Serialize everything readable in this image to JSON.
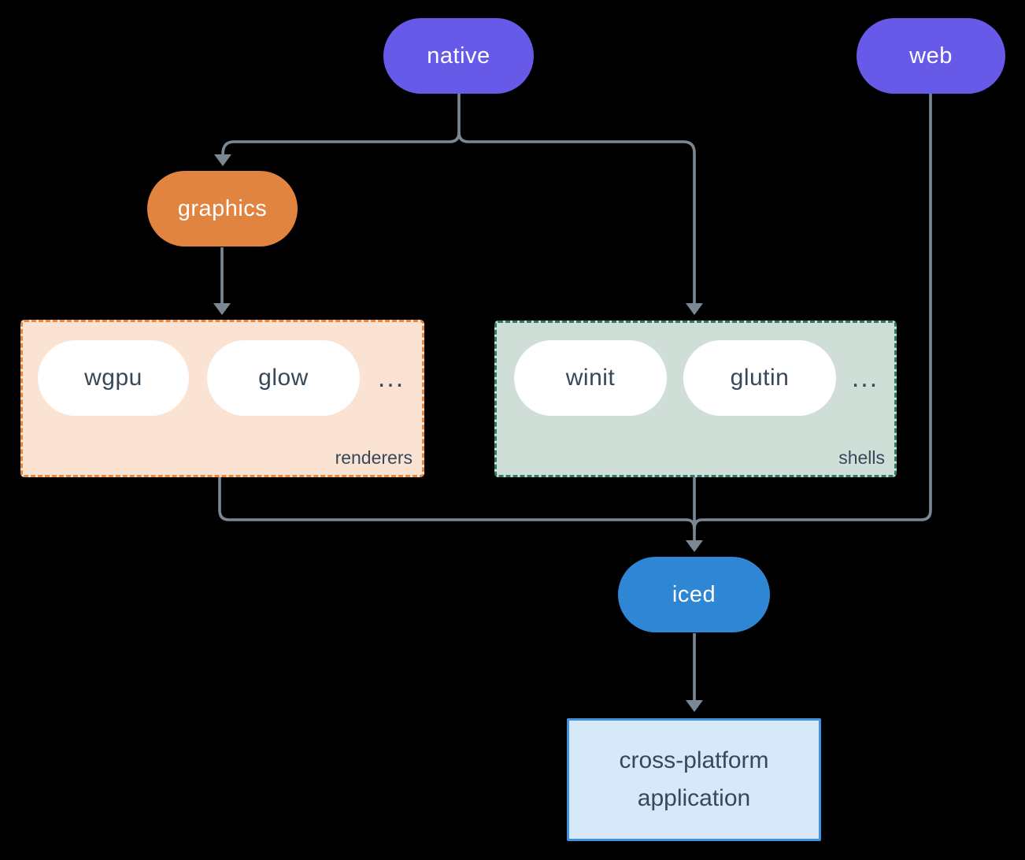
{
  "colors": {
    "violet": "#685ae9",
    "orange": "#e1843f",
    "peach": "#fae3d3",
    "peach_border": "#e8873c",
    "sage": "#cfdfd7",
    "sage_border": "#2c7a68",
    "blue": "#2e86d4",
    "lightblue": "#d7e8f9",
    "lightblue_border": "#3f93de",
    "line": "#7b8894",
    "ink": "#36485a",
    "white": "#ffffff",
    "bg": "#000000"
  },
  "diagram": {
    "nodes": {
      "native": {
        "label": "native"
      },
      "web": {
        "label": "web"
      },
      "graphics": {
        "label": "graphics"
      },
      "iced": {
        "label": "iced"
      },
      "app": {
        "line1": "cross-platform",
        "line2": "application"
      }
    },
    "groups": {
      "renderers": {
        "label": "renderers",
        "items": [
          "wgpu",
          "glow"
        ],
        "more": "..."
      },
      "shells": {
        "label": "shells",
        "items": [
          "winit",
          "glutin"
        ],
        "more": "..."
      }
    }
  }
}
